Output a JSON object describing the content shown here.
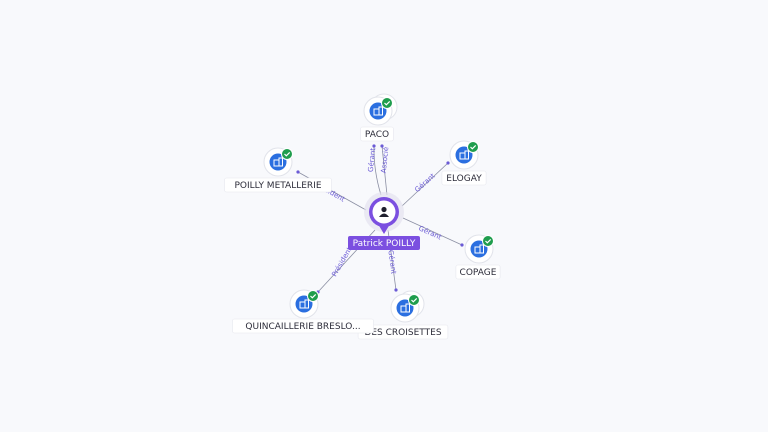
{
  "colors": {
    "edge": "#8b8fa3",
    "edge_label": "#6b5bd6",
    "company_icon": "#2b6fe0",
    "check": "#1f9d4d",
    "person_purple": "#7b4fe0",
    "label_bg": "#ffffff"
  },
  "person": {
    "name": "Patrick POILLY",
    "icon": "user-icon"
  },
  "companies": [
    {
      "id": "paco",
      "name": "PACO",
      "stacked": true
    },
    {
      "id": "elogay",
      "name": "ELOGAY",
      "stacked": false
    },
    {
      "id": "copage",
      "name": "COPAGE",
      "stacked": false
    },
    {
      "id": "des-croisettes",
      "name": "DES CROISETTES",
      "stacked": true
    },
    {
      "id": "quincaillerie",
      "name": "QUINCAILLERIE BRESLO...",
      "stacked": false
    },
    {
      "id": "poilly-metallerie",
      "name": "POILLY METALLERIE",
      "stacked": false
    }
  ],
  "edges": [
    {
      "to": "paco",
      "label": "Gérant"
    },
    {
      "to": "paco",
      "label": "Associé"
    },
    {
      "to": "elogay",
      "label": "Gérant"
    },
    {
      "to": "copage",
      "label": "Gérant"
    },
    {
      "to": "des-croisettes",
      "label": "Gérant"
    },
    {
      "to": "quincaillerie",
      "label": "Président"
    },
    {
      "to": "poilly-metallerie",
      "label": "Président"
    }
  ]
}
